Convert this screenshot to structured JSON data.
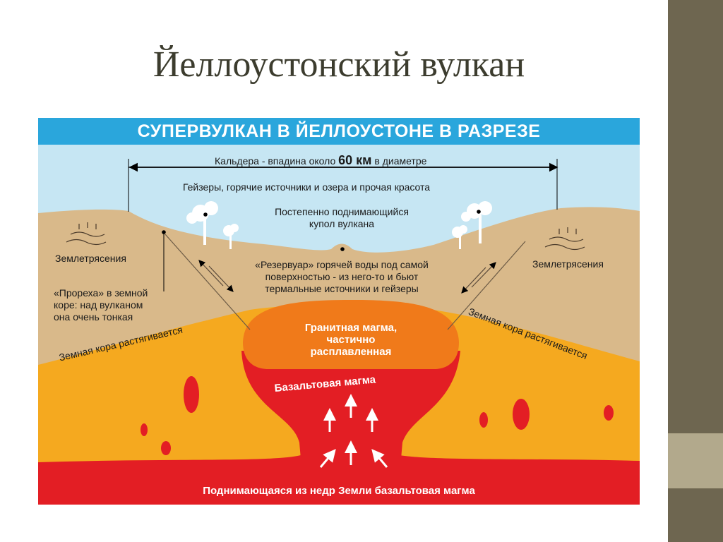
{
  "slide": {
    "title": "Йеллоустонский вулкан"
  },
  "diagram": {
    "banner": "СУПЕРВУЛКАН В ЙЕЛЛОУСТОНЕ В РАЗРЕЗЕ",
    "caldera": {
      "prefix": "Кальдера - впадина около ",
      "value": "60 км",
      "suffix": " в диаметре"
    },
    "geysers": "Гейзеры, горячие источники и озера и прочая красота",
    "dome": {
      "line1": "Постепенно поднимающийся",
      "line2": "купол вулкана"
    },
    "earthquakes_left": "Землетрясения",
    "earthquakes_right": "Землетрясения",
    "rift": {
      "line1": "«Прореха» в земной",
      "line2": "коре: над вулканом",
      "line3": "она очень тонкая"
    },
    "reservoir": {
      "line1": "«Резервуар» горячей воды под самой",
      "line2": "поверхностью - из него-то и бьют",
      "line3": "термальные источники и гейзеры"
    },
    "crust_left": "Земная кора растягивается",
    "crust_right": "Земная кора растягивается",
    "granite": {
      "line1": "Гранитная магма,",
      "line2": "частично",
      "line3": "расплавленная"
    },
    "basalt_chamber": "Базальтовая магма",
    "basalt_rising": "Поднимающаяся из недр Земли базальтовая магма",
    "colors": {
      "sky": "#c6e6f3",
      "banner": "#2aa6dc",
      "crust": "#d9b98a",
      "mantle": "#f5a91f",
      "magma_red": "#e31e24",
      "granite": "#f07a1a"
    }
  }
}
